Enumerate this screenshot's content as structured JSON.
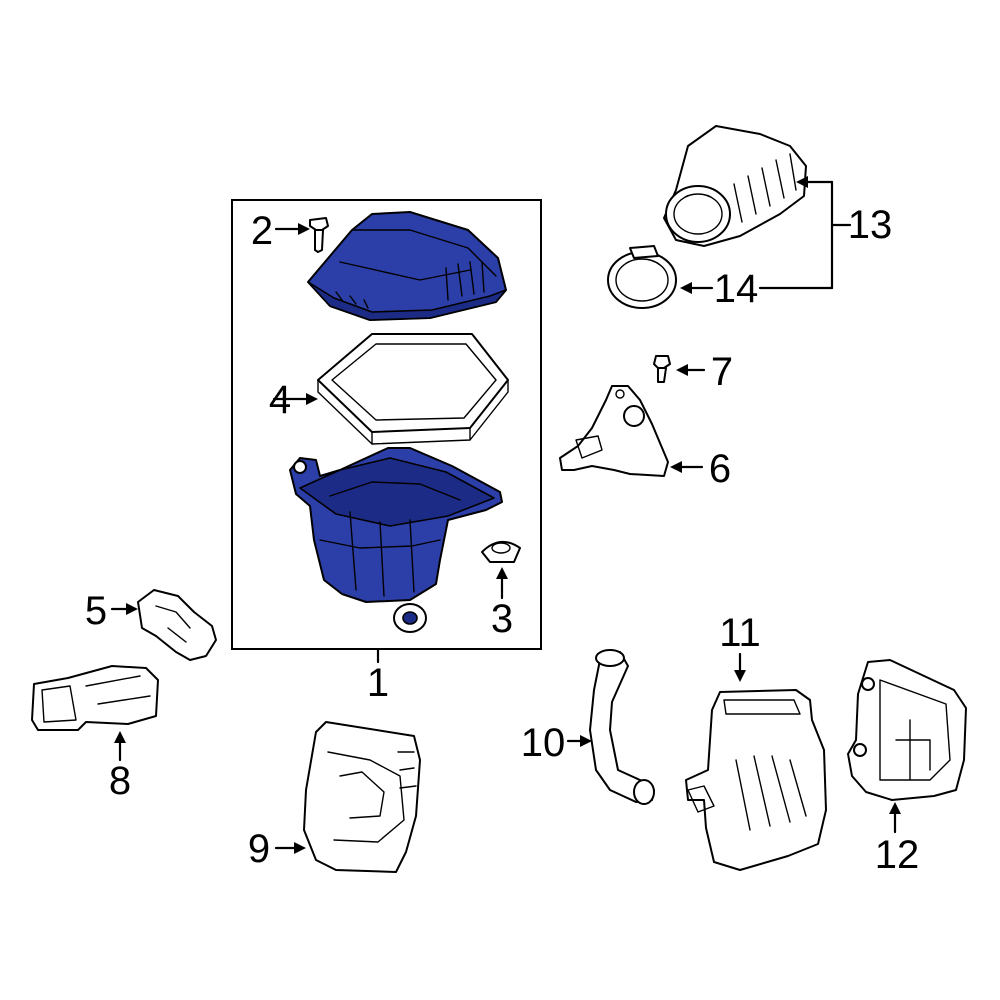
{
  "callouts": {
    "c1": "1",
    "c2": "2",
    "c3": "3",
    "c4": "4",
    "c5": "5",
    "c6": "6",
    "c7": "7",
    "c8": "8",
    "c9": "9",
    "c10": "10",
    "c11": "11",
    "c12": "12",
    "c13": "13",
    "c14": "14"
  },
  "colors": {
    "highlight": "#2c3fa8",
    "outline": "#000000",
    "background": "#ffffff"
  }
}
